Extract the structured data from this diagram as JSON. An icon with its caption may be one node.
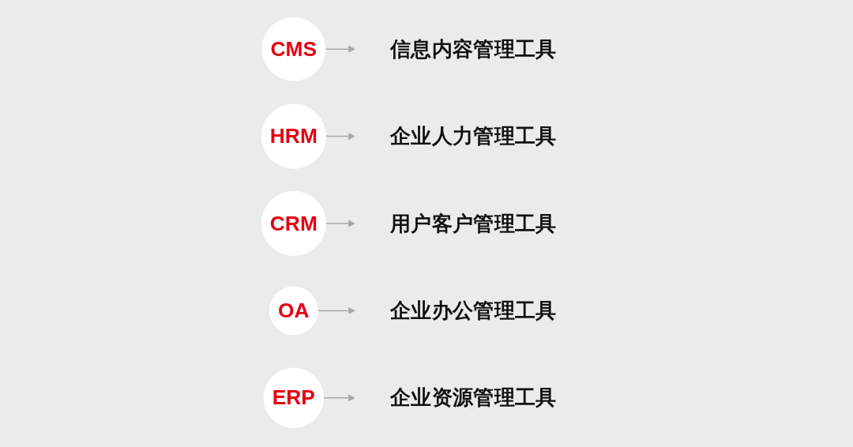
{
  "diagram": {
    "nodes": [
      {
        "text": [
          "CMS"
        ]
      },
      {
        "text": [
          "信息内容管理工具"
        ]
      },
      {
        "text": [
          "HRM"
        ]
      },
      {
        "text": [
          "企业人力管理工具"
        ]
      },
      {
        "text": [
          "CRM"
        ]
      },
      {
        "text": [
          "用户客户管理工具"
        ]
      },
      {
        "text": [
          "OA"
        ]
      },
      {
        "text": [
          "企业办公管理工具"
        ]
      },
      {
        "text": [
          "ERP"
        ]
      },
      {
        "text": [
          "企业资源管理工具"
        ]
      }
    ],
    "edges": [
      {
        "from": 0,
        "to": 1,
        "arrow": "to"
      },
      {
        "from": 2,
        "to": 3,
        "arrow": "to"
      },
      {
        "from": 4,
        "to": 5,
        "arrow": "to"
      },
      {
        "from": 6,
        "to": 7,
        "arrow": "to"
      },
      {
        "from": 8,
        "to": 9,
        "arrow": "to"
      }
    ]
  }
}
